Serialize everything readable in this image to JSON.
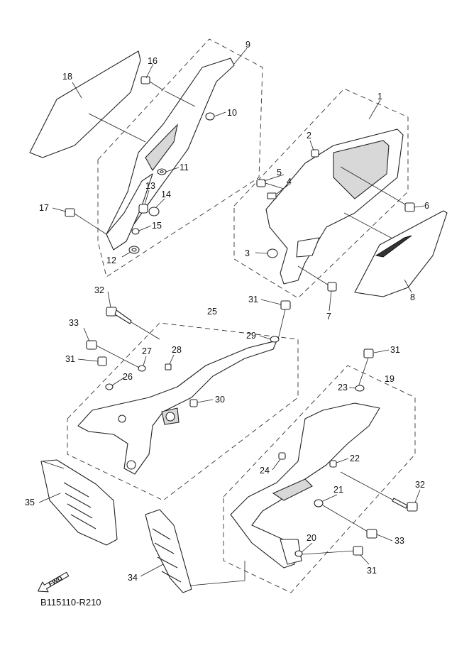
{
  "callouts": [
    {
      "id": "c1",
      "label": "1"
    },
    {
      "id": "c2",
      "label": "2"
    },
    {
      "id": "c3",
      "label": "3"
    },
    {
      "id": "c4",
      "label": "4"
    },
    {
      "id": "c5",
      "label": "5"
    },
    {
      "id": "c6",
      "label": "6"
    },
    {
      "id": "c7",
      "label": "7"
    },
    {
      "id": "c8",
      "label": "8"
    },
    {
      "id": "c9",
      "label": "9"
    },
    {
      "id": "c10",
      "label": "10"
    },
    {
      "id": "c11",
      "label": "11"
    },
    {
      "id": "c12",
      "label": "12"
    },
    {
      "id": "c13",
      "label": "13"
    },
    {
      "id": "c14",
      "label": "14"
    },
    {
      "id": "c15",
      "label": "15"
    },
    {
      "id": "c16",
      "label": "16"
    },
    {
      "id": "c17",
      "label": "17"
    },
    {
      "id": "c18",
      "label": "18"
    },
    {
      "id": "c19",
      "label": "19"
    },
    {
      "id": "c20",
      "label": "20"
    },
    {
      "id": "c21",
      "label": "21"
    },
    {
      "id": "c22",
      "label": "22"
    },
    {
      "id": "c23",
      "label": "23"
    },
    {
      "id": "c24",
      "label": "24"
    },
    {
      "id": "c25",
      "label": "25"
    },
    {
      "id": "c26",
      "label": "26"
    },
    {
      "id": "c27",
      "label": "27"
    },
    {
      "id": "c28",
      "label": "28"
    },
    {
      "id": "c29",
      "label": "29"
    },
    {
      "id": "c30",
      "label": "30"
    },
    {
      "id": "c31a",
      "label": "31"
    },
    {
      "id": "c31b",
      "label": "31"
    },
    {
      "id": "c31c",
      "label": "31"
    },
    {
      "id": "c31d",
      "label": "31"
    },
    {
      "id": "c32a",
      "label": "32"
    },
    {
      "id": "c32b",
      "label": "32"
    },
    {
      "id": "c33a",
      "label": "33"
    },
    {
      "id": "c33b",
      "label": "33"
    },
    {
      "id": "c34",
      "label": "34"
    },
    {
      "id": "c35",
      "label": "35"
    }
  ],
  "fwd_label": "FWD",
  "diagram_code": "B115110-R210"
}
